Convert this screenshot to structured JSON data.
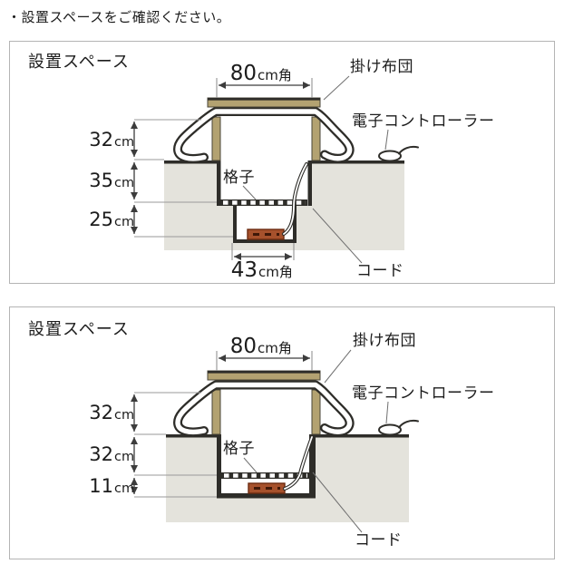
{
  "note": "・設置スペースをご確認ください。",
  "colors": {
    "tabletop_tan": "#b3a271",
    "floor_gray": "#e4e3dc",
    "outline": "#2e2d29",
    "heater_red": "#a6512c",
    "heater_dash": "#3f1808",
    "box_border": "#b4b4b4",
    "dimension": "#3c3c3c"
  },
  "diagrams": [
    {
      "title": "設置スペース",
      "top_dimension": {
        "value": "80",
        "unit": "cm角"
      },
      "left_dimensions": [
        {
          "value": "32",
          "unit": "cm"
        },
        {
          "value": "35",
          "unit": "cm"
        },
        {
          "value": "25",
          "unit": "cm"
        }
      ],
      "bottom_dimension": {
        "value": "43",
        "unit": "cm角"
      },
      "labels": {
        "blanket": "掛け布団",
        "controller": "電子コントローラー",
        "lattice": "格子",
        "cord": "コード"
      }
    },
    {
      "title": "設置スペース",
      "top_dimension": {
        "value": "80",
        "unit": "cm角"
      },
      "left_dimensions": [
        {
          "value": "32",
          "unit": "cm"
        },
        {
          "value": "32",
          "unit": "cm"
        },
        {
          "value": "11",
          "unit": "cm"
        }
      ],
      "labels": {
        "blanket": "掛け布団",
        "controller": "電子コントローラー",
        "lattice": "格子",
        "cord": "コード"
      }
    }
  ]
}
